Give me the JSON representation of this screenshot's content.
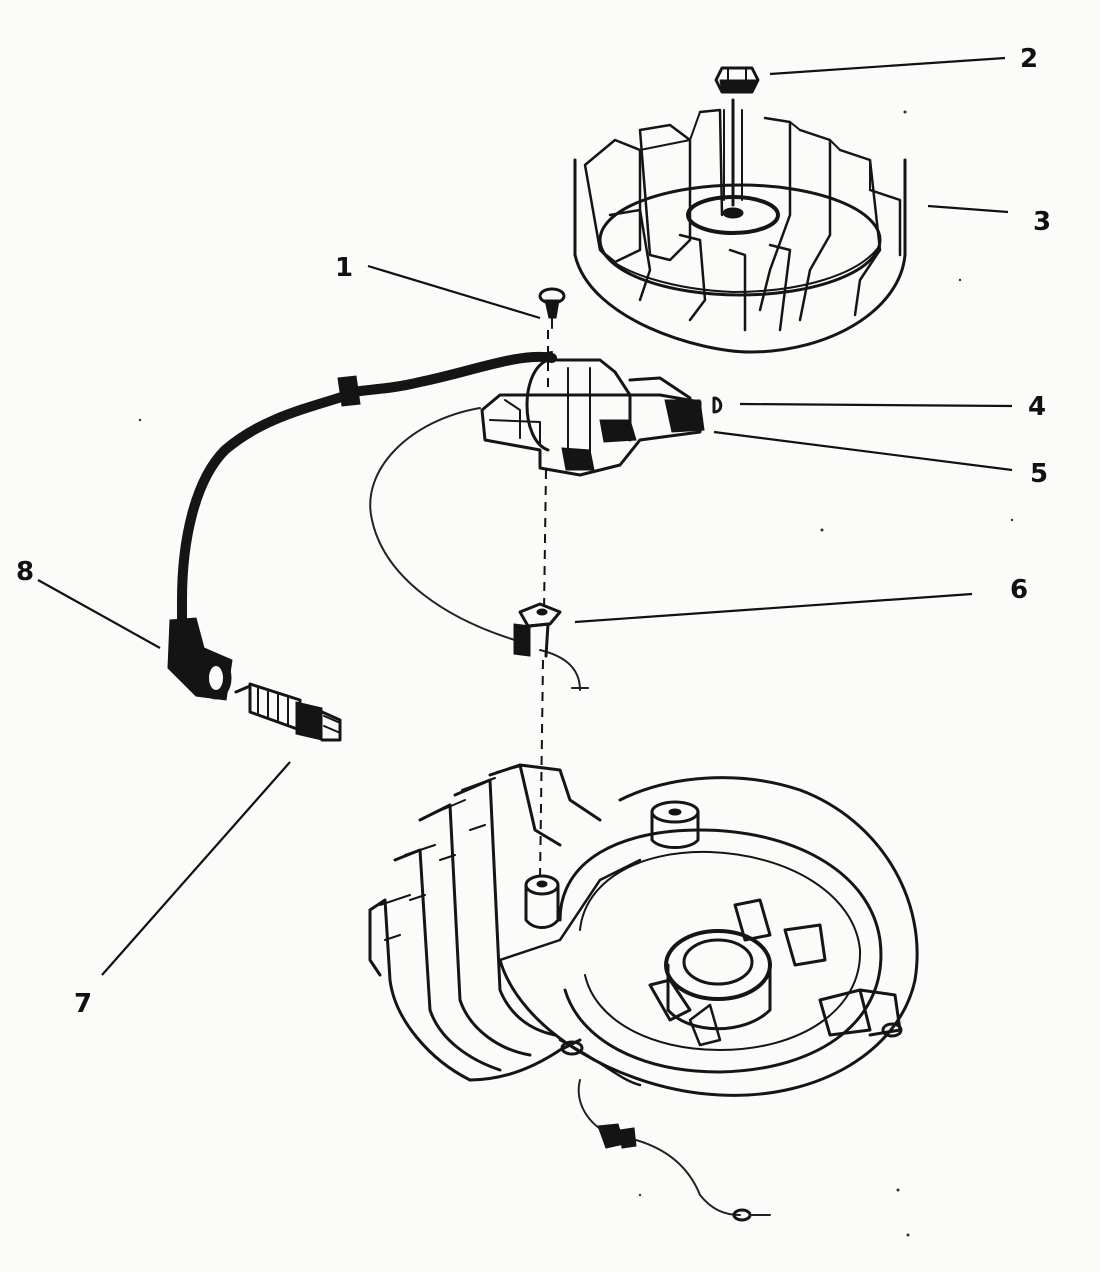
{
  "callouts": [
    {
      "id": "1",
      "label": "1"
    },
    {
      "id": "2",
      "label": "2"
    },
    {
      "id": "3",
      "label": "3"
    },
    {
      "id": "4",
      "label": "4"
    },
    {
      "id": "5",
      "label": "5"
    },
    {
      "id": "6",
      "label": "6"
    },
    {
      "id": "7",
      "label": "7"
    },
    {
      "id": "8",
      "label": "8"
    }
  ],
  "colors": {
    "ink": "#151515",
    "paper": "#fbfbf9"
  }
}
